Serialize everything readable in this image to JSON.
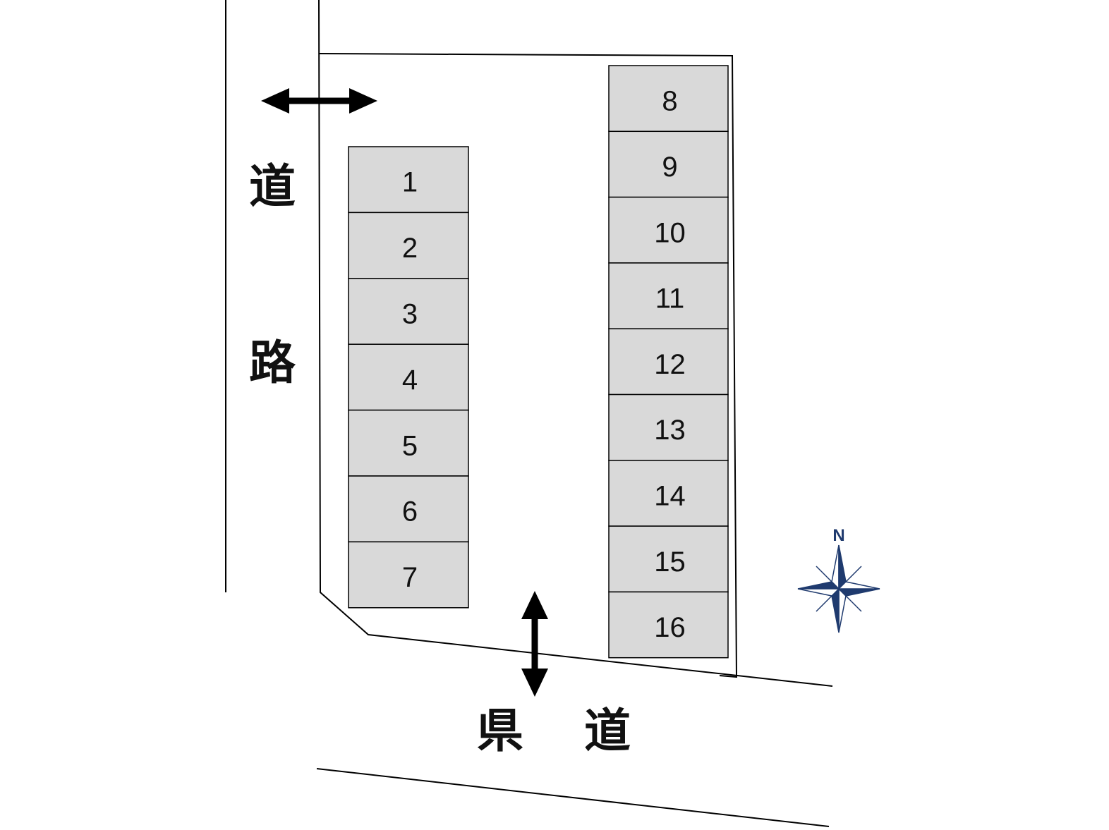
{
  "roads": {
    "west_char1": "道",
    "west_char2": "路",
    "south": "県　道"
  },
  "compass": {
    "north_label": "N",
    "color": "#1f3a6e"
  },
  "slots_left": [
    "1",
    "2",
    "3",
    "4",
    "5",
    "6",
    "7"
  ],
  "slots_right": [
    "8",
    "9",
    "10",
    "11",
    "12",
    "13",
    "14",
    "15",
    "16"
  ],
  "colors": {
    "slot_fill": "#d9d9d9",
    "line": "#000000"
  }
}
